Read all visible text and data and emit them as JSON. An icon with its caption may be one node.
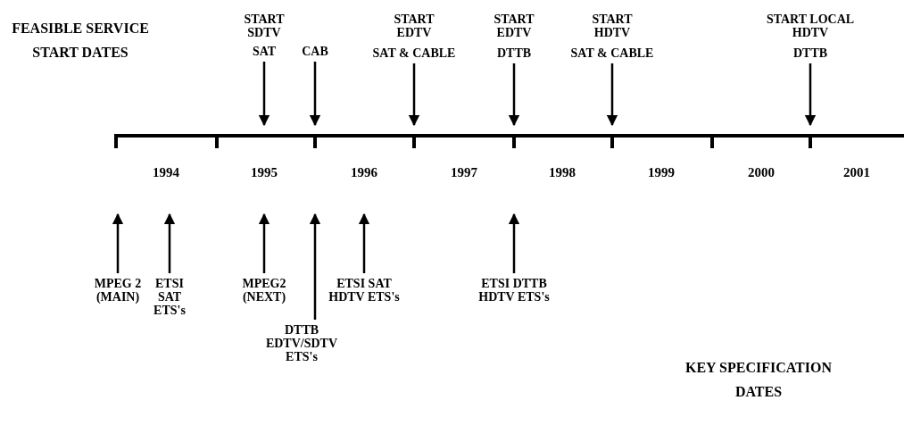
{
  "diagram": {
    "nodes": [
      {
        "text": [
          "SAT"
        ]
      },
      {
        "text": [
          "CAB"
        ]
      },
      {
        "text": [
          "START EDTV",
          "SAT & CABLE"
        ]
      },
      {
        "text": [
          "START EDTV",
          "DTTB"
        ]
      },
      {
        "text": [
          "START HDTV",
          "SAT & CABLE"
        ]
      },
      {
        "text": [
          "START LOCAL HDTV",
          "DTTB"
        ]
      },
      {
        "text": [
          "MPEG 2 (MAIN)"
        ]
      },
      {
        "text": [
          "ETSI SAT ETS's"
        ]
      },
      {
        "text": [
          "MPEG2 (NEXT)"
        ]
      },
      {
        "text": [
          "DTTB EDTV/SDTV ETS's"
        ]
      },
      {
        "text": [
          "ETSI SAT HDTV ETS's"
        ]
      },
      {
        "text": [
          "ETSI DTTB HDTV ETS's"
        ]
      }
    ],
    "edges": [
      {
        "from": 0,
        "to": null,
        "arrow": "to"
      },
      {
        "from": 1,
        "to": null,
        "arrow": "to"
      },
      {
        "from": 2,
        "to": null,
        "arrow": "to"
      },
      {
        "from": 3,
        "to": null,
        "arrow": "to"
      },
      {
        "from": 4,
        "to": null,
        "arrow": "to"
      },
      {
        "from": 5,
        "to": null,
        "arrow": "to"
      },
      {
        "from": 6,
        "to": null,
        "arrow": "to"
      },
      {
        "from": 7,
        "to": null,
        "arrow": "to"
      },
      {
        "from": 8,
        "to": null,
        "arrow": "to"
      },
      {
        "from": 9,
        "to": null,
        "arrow": "to"
      },
      {
        "from": 10,
        "to": null,
        "arrow": "to"
      },
      {
        "from": 11,
        "to": null,
        "arrow": "to"
      }
    ],
    "labels": [
      "FEASIBLE SERVICE START DATES",
      "START SDTV",
      "1994",
      "1995",
      "1996",
      "1997",
      "1998",
      "1999",
      "2000",
      "2001",
      "KEY SPECIFICATION DATES"
    ]
  }
}
